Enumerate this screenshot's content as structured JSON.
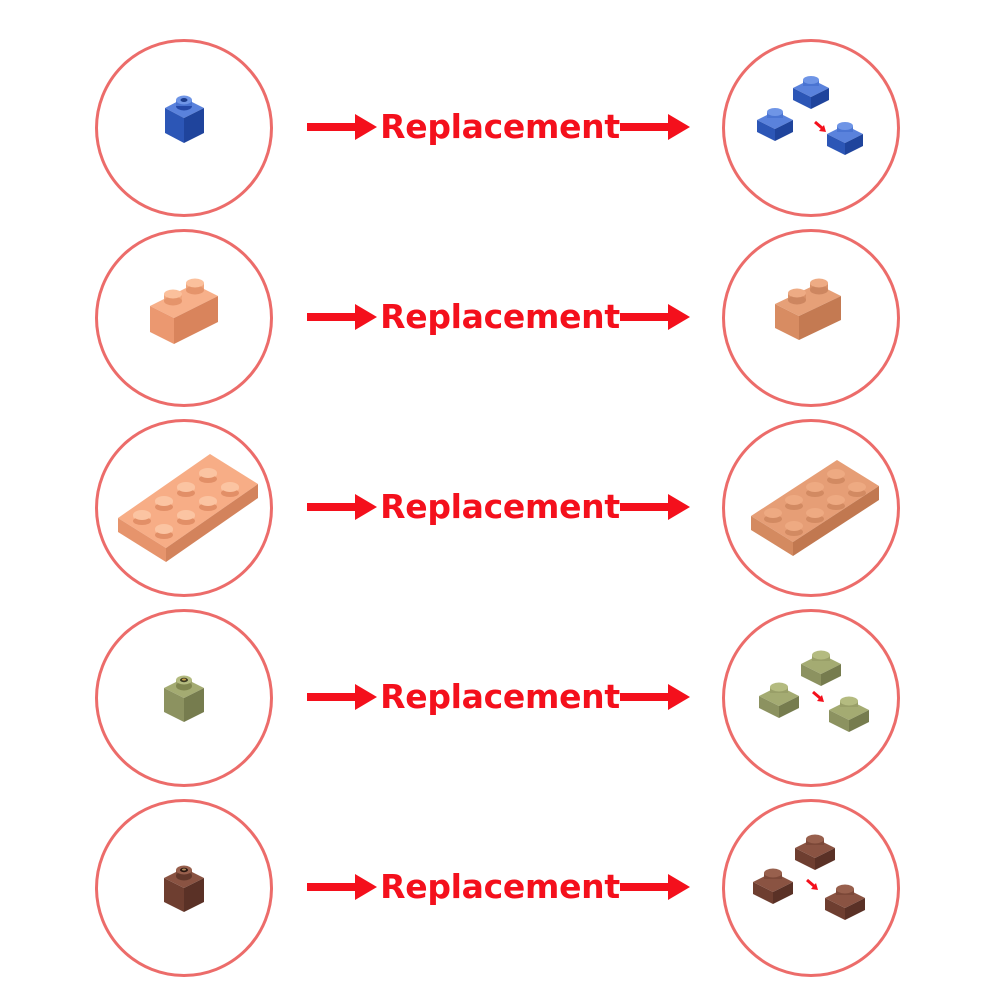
{
  "colors": {
    "ring": "#ec6c6a",
    "accent": "#f4101c",
    "blue": "#2f5fc0",
    "peach": "#f09a6e",
    "peach_dark": "#d8895c",
    "olive": "#8e9460",
    "olive_light": "#a3aa70",
    "brown": "#6e3e30",
    "brown_light": "#7e4a38"
  },
  "rows": [
    {
      "label": "Replacement",
      "left": "blue-1x1-brick-icon",
      "right": "blue-1x1-plate-trio-icon"
    },
    {
      "label": "Replacement",
      "left": "peach-1x2-brick-icon",
      "right": "peach-1x2-brick-icon"
    },
    {
      "label": "Replacement",
      "left": "peach-2x4-plate-icon",
      "right": "peach-2x4-plate-icon"
    },
    {
      "label": "Replacement",
      "left": "olive-1x1-brick-icon",
      "right": "olive-1x1-plate-trio-icon"
    },
    {
      "label": "Replacement",
      "left": "brown-1x1-brick-icon",
      "right": "brown-1x1-plate-trio-icon"
    }
  ]
}
